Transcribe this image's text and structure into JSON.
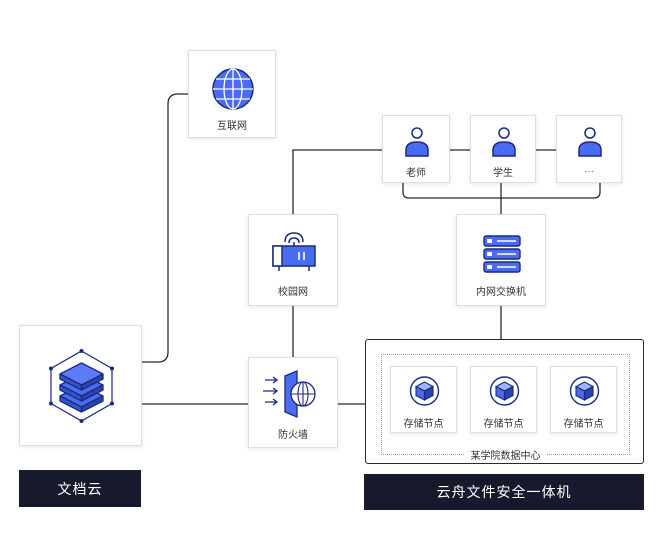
{
  "colors": {
    "accent": "#4a6cf0",
    "dark": "#161a2c",
    "line": "#2a2a2a"
  },
  "internet": {
    "label": "互联网",
    "icon": "globe-icon"
  },
  "campus": {
    "label": "校园网",
    "icon": "router-icon"
  },
  "firewall": {
    "label": "防火墙",
    "icon": "firewall-icon"
  },
  "switch": {
    "label": "内网交换机",
    "icon": "server-stack-icon"
  },
  "users": [
    {
      "label": "老师",
      "icon": "user-icon"
    },
    {
      "label": "学生",
      "icon": "user-icon"
    },
    {
      "label": "…",
      "icon": "user-icon"
    }
  ],
  "storage_nodes": [
    {
      "label": "存储节点",
      "icon": "cube-icon"
    },
    {
      "label": "存储节点",
      "icon": "cube-icon"
    },
    {
      "label": "存储节点",
      "icon": "cube-icon"
    }
  ],
  "datacenter": {
    "label": "某学院数据中心"
  },
  "doc_cloud": {
    "label": "文档云",
    "icon": "stack-hexagon-icon"
  },
  "appliance": {
    "label": "云舟文件安全一体机"
  }
}
